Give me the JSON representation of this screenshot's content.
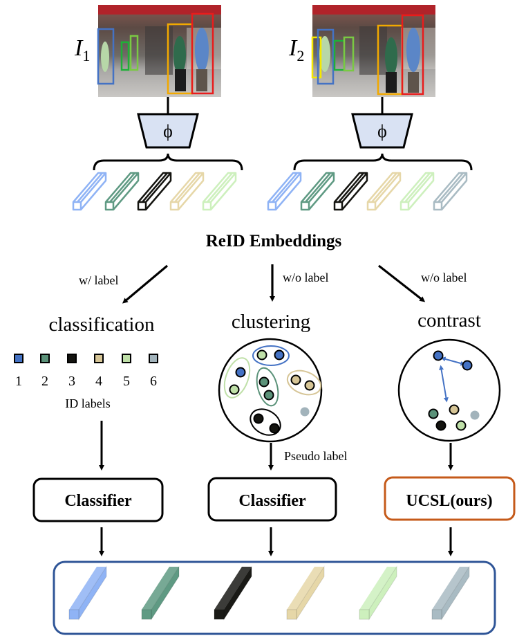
{
  "images": [
    {
      "label_main": "I",
      "label_sub": "1",
      "boxes": [
        "blue",
        "green",
        "lightgreen",
        "orange",
        "red"
      ]
    },
    {
      "label_main": "I",
      "label_sub": "2",
      "boxes": [
        "yellow",
        "blue",
        "green",
        "lightgreen",
        "orange",
        "red"
      ]
    }
  ],
  "encoder_symbol": "ϕ",
  "embeddings_title": "ReID Embeddings",
  "branches": [
    {
      "arrow_label": "w/ label",
      "method": "classification",
      "box_label": "Classifier"
    },
    {
      "arrow_label": "w/o label",
      "method": "clustering",
      "box_label": "Classifier",
      "extra_label": "Pseudo label"
    },
    {
      "arrow_label": "w/o label",
      "method": "contrast",
      "box_label": "UCSL(ours)"
    }
  ],
  "id_labels": {
    "numbers": [
      "1",
      "2",
      "3",
      "4",
      "5",
      "6"
    ],
    "caption": "ID labels"
  },
  "colors": {
    "id1": "#4472c4",
    "id2": "#5b9279",
    "id3": "#141410",
    "id4": "#d6c596",
    "id5": "#bfe0a8",
    "id6": "#a2b3bb",
    "bar1": "#8fb3f5",
    "bar2": "#5f9a83",
    "bar3": "#1a1a16",
    "bar4": "#e6d7a8",
    "bar5": "#cdf0bd",
    "bar6": "#a9bbc3",
    "encoder_fill": "#d9e2f3",
    "ours_border": "#c55a1a",
    "output_border": "#2f5597",
    "box_red": "#e81c1c",
    "box_orange": "#f2a900",
    "box_blue": "#4472c4",
    "box_green": "#1fb038",
    "box_lightgreen": "#7ac943",
    "box_yellow": "#f5e800"
  }
}
